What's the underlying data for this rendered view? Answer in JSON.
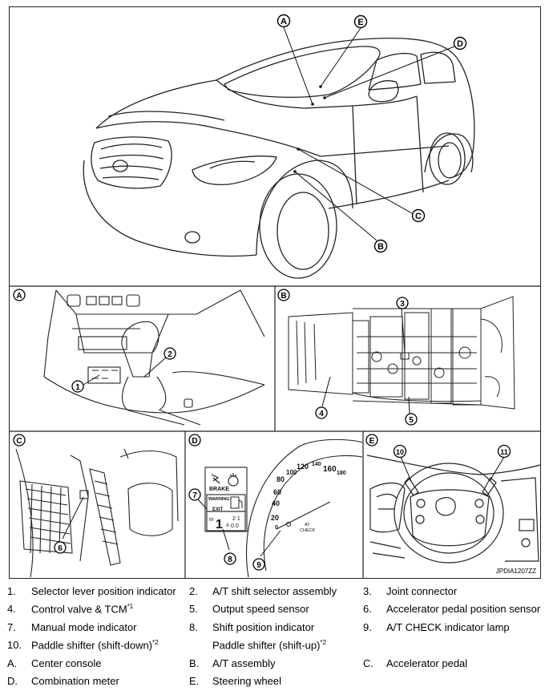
{
  "figure_code": "JPDIA1207ZZ",
  "callouts": {
    "A": "A",
    "B": "B",
    "C": "C",
    "D": "D",
    "E": "E",
    "n1": "1",
    "n2": "2",
    "n3": "3",
    "n4": "4",
    "n5": "5",
    "n6": "6",
    "n7": "7",
    "n8": "8",
    "n9": "9",
    "n10": "10",
    "n11": "11"
  },
  "meter_text": {
    "brake": "BRAKE",
    "warning": "WARNING",
    "exit": "EXIT",
    "m": "M",
    "gear": "1",
    "a": "A",
    "trip1": "2 1",
    "trip2": "0.0",
    "at": "AT",
    "check": "CHECK",
    "speed_ticks": [
      "20",
      "40",
      "60",
      "80",
      "100",
      "120",
      "140",
      "160",
      "180"
    ],
    "zero": "0"
  },
  "legend": [
    [
      {
        "num": "1.",
        "text": "Selector lever position indicator",
        "sup": ""
      },
      {
        "num": "2.",
        "text": "A/T shift selector assembly",
        "sup": ""
      },
      {
        "num": "3.",
        "text": "Joint connector",
        "sup": ""
      }
    ],
    [
      {
        "num": "4.",
        "text": "Control valve & TCM",
        "sup": "*1"
      },
      {
        "num": "5.",
        "text": "Output speed sensor",
        "sup": ""
      },
      {
        "num": "6.",
        "text": "Accelerator pedal position sensor",
        "sup": ""
      }
    ],
    [
      {
        "num": "7.",
        "text": "Manual mode indicator",
        "sup": ""
      },
      {
        "num": "8.",
        "text": "Shift position indicator",
        "sup": ""
      },
      {
        "num": "9.",
        "text": "A/T CHECK indicator lamp",
        "sup": ""
      }
    ],
    [
      {
        "num": "10.",
        "text": "Paddle shifter (shift-down)",
        "sup": "*2"
      },
      {
        "num": "",
        "text": "Paddle shifter (shift-up)",
        "sup": "*2"
      },
      {
        "num": "",
        "text": "",
        "sup": ""
      }
    ],
    [
      {
        "num": "A.",
        "text": "Center console",
        "sup": ""
      },
      {
        "num": "B.",
        "text": "A/T assembly",
        "sup": ""
      },
      {
        "num": "C.",
        "text": "Accelerator pedal",
        "sup": ""
      }
    ],
    [
      {
        "num": "D.",
        "text": "Combination meter",
        "sup": ""
      },
      {
        "num": "E.",
        "text": "Steering wheel",
        "sup": ""
      },
      {
        "num": "",
        "text": "",
        "sup": ""
      }
    ]
  ]
}
